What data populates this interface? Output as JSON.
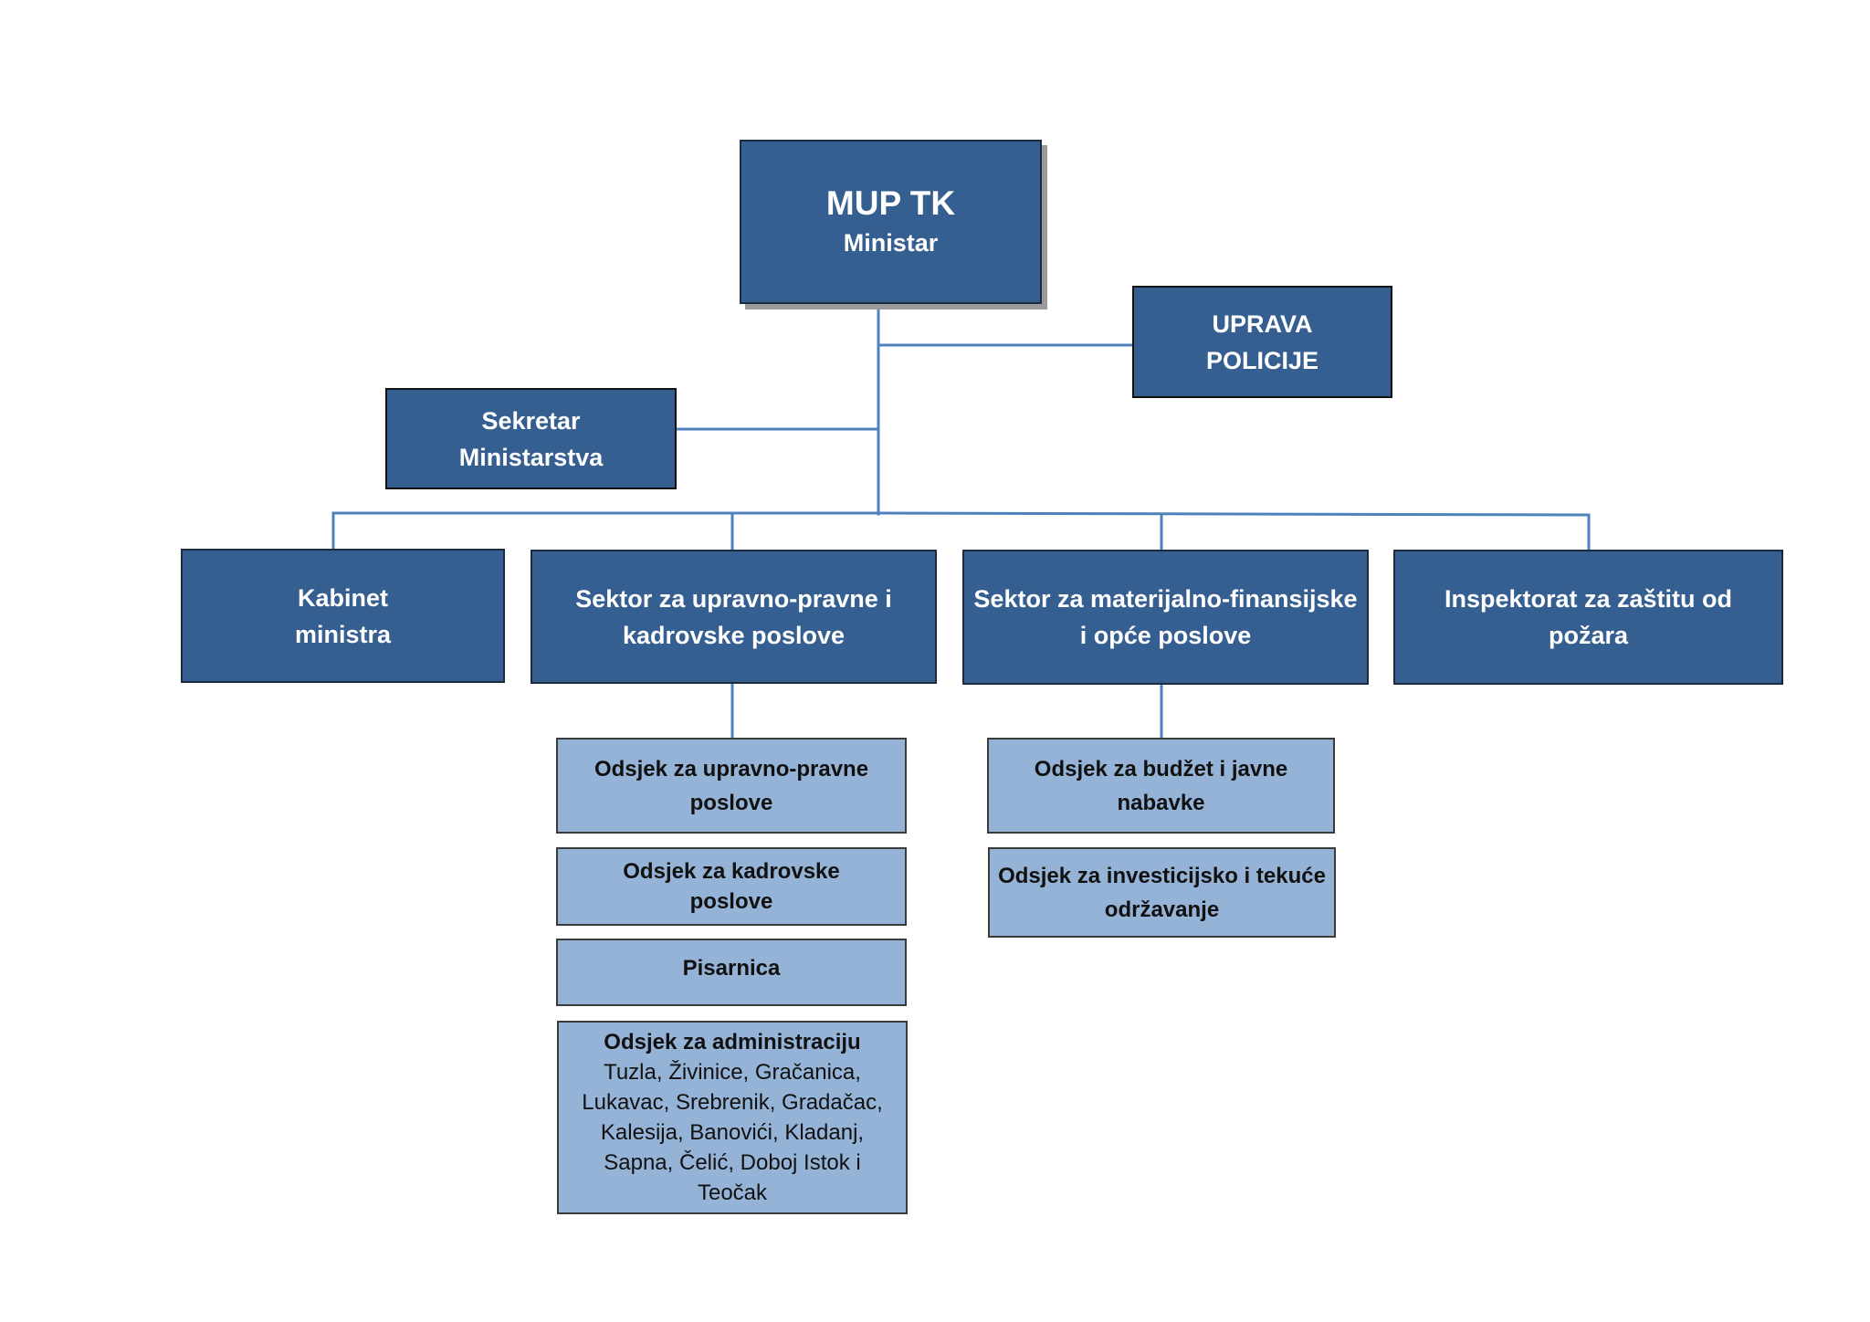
{
  "minister": {
    "title": "MUP TK",
    "subtitle": "Ministar"
  },
  "police": {
    "line1": "UPRAVA",
    "line2": "POLICIJE"
  },
  "secretary": {
    "line1": "Sekretar",
    "line2": "Ministarstva"
  },
  "sectors": [
    {
      "line1": "Kabinet",
      "line2": "ministra"
    },
    {
      "line1": "Sektor za upravno-pravne i",
      "line2": "kadrovske poslove"
    },
    {
      "line1": "Sektor za materijalno-finansijske",
      "line2": "i opće poslove"
    },
    {
      "line1": "Inspektorat za zaštitu od",
      "line2": "požara"
    }
  ],
  "legal_units": [
    {
      "line1": "Odsjek za upravno-pravne",
      "line2": "poslove"
    },
    {
      "line1": "Odsjek za kadrovske",
      "line2": "poslove"
    },
    {
      "line1": "Pisarnica"
    },
    {
      "title": "Odsjek za administraciju",
      "lines": [
        "Tuzla, Živinice, Gračanica,",
        "Lukavac, Srebrenik, Gradačac,",
        "Kalesija, Banovići, Kladanj,",
        "Sapna, Čelić, Doboj Istok i",
        "Teočak"
      ]
    }
  ],
  "finance_units": [
    {
      "line1": "Odsjek za budžet i javne",
      "line2": "nabavke"
    },
    {
      "line1": "Odsjek za investicijsko i tekuće",
      "line2": "održavanje"
    }
  ]
}
